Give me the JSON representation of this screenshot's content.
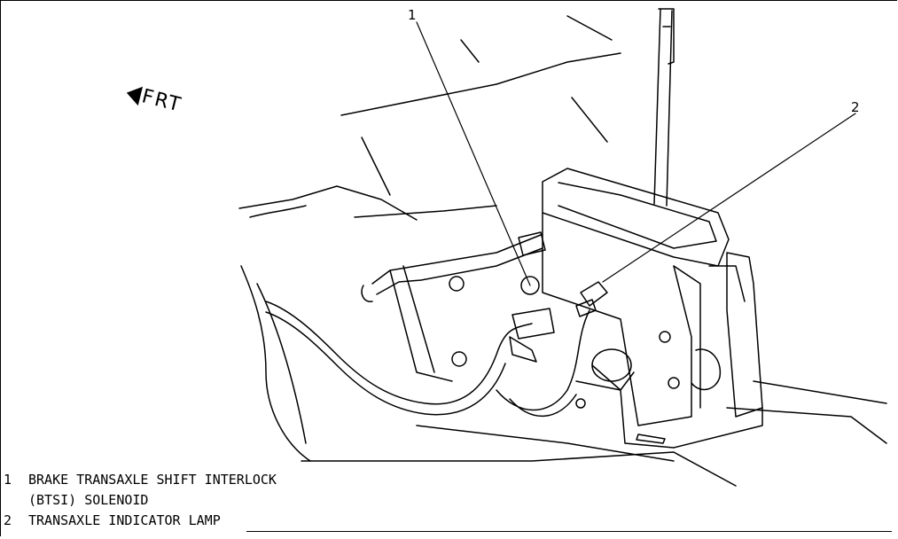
{
  "direction": {
    "label": "FRT",
    "icon": "front-arrow-icon"
  },
  "callouts": [
    {
      "number": "1"
    },
    {
      "number": "2"
    }
  ],
  "legend": [
    {
      "number": "1",
      "lines": [
        "BRAKE TRANSAXLE SHIFT INTERLOCK",
        "(BTSI) SOLENOID"
      ]
    },
    {
      "number": "2",
      "lines": [
        "TRANSAXLE INDICATOR LAMP"
      ]
    }
  ]
}
